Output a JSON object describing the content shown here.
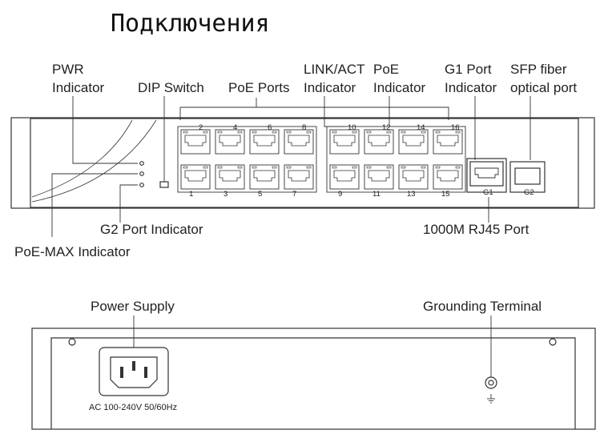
{
  "title": "Подключения",
  "front_labels": {
    "pwr_line1": "PWR",
    "pwr_line2": "Indicator",
    "dip_switch": "DIP Switch",
    "poe_ports": "PoE Ports",
    "link_act_line1": "LINK/ACT",
    "link_act_line2": "Indicator",
    "poe_ind_line1": "PoE",
    "poe_ind_line2": "Indicator",
    "g1_line1": "G1 Port",
    "g1_line2": "Indicator",
    "sfp_line1": "SFP fiber",
    "sfp_line2": "optical port",
    "g2_indicator": "G2 Port Indicator",
    "poe_max_indicator": "PoE-MAX Indicator",
    "rj45_port": "1000M RJ45 Port"
  },
  "port_numbers": {
    "top": [
      "2",
      "4",
      "6",
      "8",
      "10",
      "12",
      "14",
      "16"
    ],
    "bottom": [
      "1",
      "3",
      "5",
      "7",
      "9",
      "11",
      "13",
      "15"
    ],
    "g1": "G1",
    "g2": "G2"
  },
  "rear_labels": {
    "power_supply": "Power Supply",
    "grounding_terminal": "Grounding Terminal",
    "power_rating": "AC 100-240V 50/60Hz"
  }
}
